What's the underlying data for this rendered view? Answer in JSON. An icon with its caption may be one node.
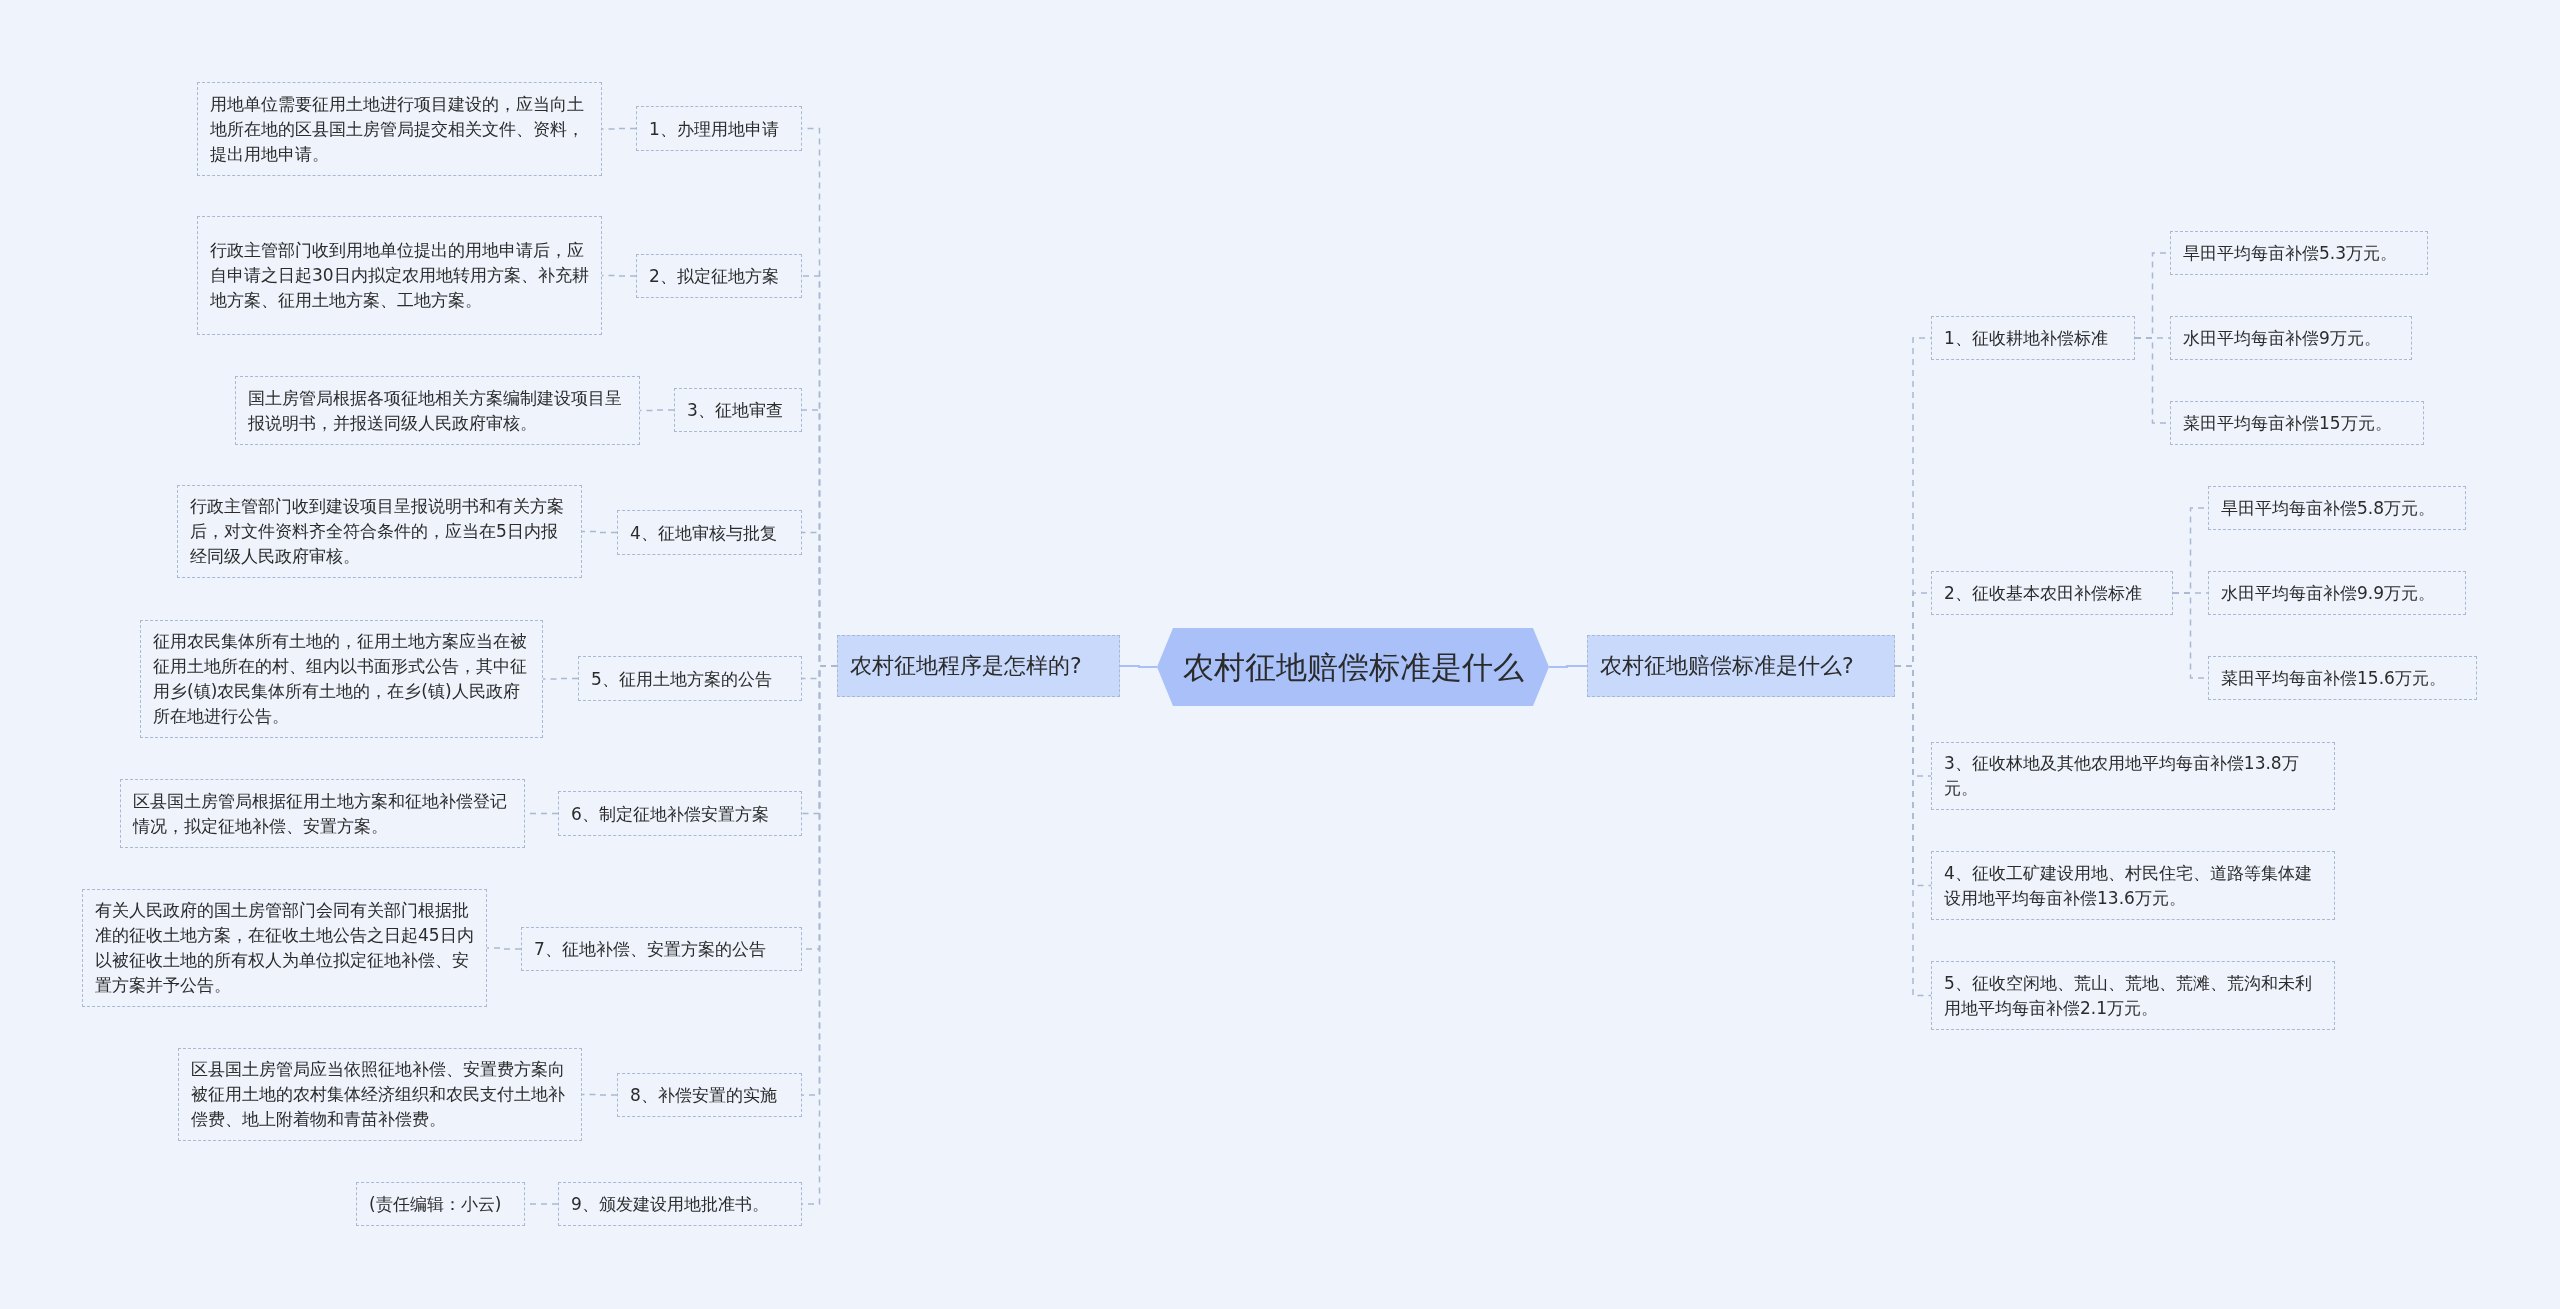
{
  "diagram": {
    "nodes": [
      {
        "text": [
          "农村征地赔偿标准是什么"
        ]
      },
      {
        "text": [
          "农村征地程序是怎样的?"
        ]
      },
      {
        "text": [
          "1、办理用地申请"
        ]
      },
      {
        "text": [
          "用地单位需要征用土地进行项目建设的，应当向土地所在地的区县国土房管局提交相关文件、资料，提出用地申请。"
        ]
      },
      {
        "text": [
          "2、拟定征地方案"
        ]
      },
      {
        "text": [
          "行政主管部门收到用地单位提出的用地申请后，应自申请之日起30日内拟定农用地转用方案、补充耕地方案、征用土地方案、工地方案。"
        ]
      },
      {
        "text": [
          "3、征地审查"
        ]
      },
      {
        "text": [
          "国土房管局根据各项征地相关方案编制建设项目呈报说明书，并报送同级人民政府审核。"
        ]
      },
      {
        "text": [
          "4、征地审核与批复"
        ]
      },
      {
        "text": [
          "行政主管部门收到建设项目呈报说明书和有关方案后，对文件资料齐全符合条件的，应当在5日内报经同级人民政府审核。"
        ]
      },
      {
        "text": [
          "5、征用土地方案的公告"
        ]
      },
      {
        "text": [
          "征用农民集体所有土地的，征用土地方案应当在被征用土地所在的村、组内以书面形式公告，其中征用乡(镇)农民集体所有土地的，在乡(镇)人民政府所在地进行公告。"
        ]
      },
      {
        "text": [
          "6、制定征地补偿安置方案"
        ]
      },
      {
        "text": [
          "区县国土房管局根据征用土地方案和征地补偿登记情况，拟定征地补偿、安置方案。"
        ]
      },
      {
        "text": [
          "7、征地补偿、安置方案的公告"
        ]
      },
      {
        "text": [
          "有关人民政府的国土房管部门会同有关部门根据批准的征收土地方案，在征收土地公告之日起45日内以被征收土地的所有权人为单位拟定征地补偿、安置方案并予公告。"
        ]
      },
      {
        "text": [
          "8、补偿安置的实施"
        ]
      },
      {
        "text": [
          "区县国土房管局应当依照征地补偿、安置费方案向被征用土地的农村集体经济组织和农民支付土地补偿费、地上附着物和青苗补偿费。"
        ]
      },
      {
        "text": [
          "9、颁发建设用地批准书。"
        ]
      },
      {
        "text": [
          "(责任编辑：小云)"
        ]
      },
      {
        "text": [
          "农村征地赔偿标准是什么?"
        ]
      },
      {
        "text": [
          "1、征收耕地补偿标准"
        ]
      },
      {
        "text": [
          "旱田平均每亩补偿5.3万元。"
        ]
      },
      {
        "text": [
          "水田平均每亩补偿9万元。"
        ]
      },
      {
        "text": [
          "菜田平均每亩补偿15万元。"
        ]
      },
      {
        "text": [
          "2、征收基本农田补偿标准"
        ]
      },
      {
        "text": [
          "旱田平均每亩补偿5.8万元。"
        ]
      },
      {
        "text": [
          "水田平均每亩补偿9.9万元。"
        ]
      },
      {
        "text": [
          "菜田平均每亩补偿15.6万元。"
        ]
      },
      {
        "text": [
          "3、征收林地及其他农用地平均每亩补偿13.8万元。"
        ]
      },
      {
        "text": [
          "4、征收工矿建设用地、村民住宅、道路等集体建设用地平均每亩补偿13.6万元。"
        ]
      },
      {
        "text": [
          "5、征收空闲地、荒山、荒地、荒滩、荒沟和未利用地平均每亩补偿2.1万元。"
        ]
      }
    ],
    "edges": [
      {
        "from": 0,
        "to": 1,
        "arrow": "none",
        "color": "#a8c0f5"
      },
      {
        "from": 0,
        "to": 20,
        "arrow": "none",
        "color": "#a8c0f5"
      },
      {
        "from": 1,
        "to": 2,
        "arrow": "none",
        "style": "dashed"
      },
      {
        "from": 1,
        "to": 4,
        "arrow": "none",
        "style": "dashed"
      },
      {
        "from": 1,
        "to": 6,
        "arrow": "none",
        "style": "dashed"
      },
      {
        "from": 1,
        "to": 8,
        "arrow": "none",
        "style": "dashed"
      },
      {
        "from": 1,
        "to": 10,
        "arrow": "none",
        "style": "dashed"
      },
      {
        "from": 1,
        "to": 12,
        "arrow": "none",
        "style": "dashed"
      },
      {
        "from": 1,
        "to": 14,
        "arrow": "none",
        "style": "dashed"
      },
      {
        "from": 1,
        "to": 16,
        "arrow": "none",
        "style": "dashed"
      },
      {
        "from": 1,
        "to": 18,
        "arrow": "none",
        "style": "dashed"
      },
      {
        "from": 2,
        "to": 3,
        "arrow": "none",
        "style": "dashed"
      },
      {
        "from": 4,
        "to": 5,
        "arrow": "none",
        "style": "dashed"
      },
      {
        "from": 6,
        "to": 7,
        "arrow": "none",
        "style": "dashed"
      },
      {
        "from": 8,
        "to": 9,
        "arrow": "none",
        "style": "dashed"
      },
      {
        "from": 10,
        "to": 11,
        "arrow": "none",
        "style": "dashed"
      },
      {
        "from": 12,
        "to": 13,
        "arrow": "none",
        "style": "dashed"
      },
      {
        "from": 14,
        "to": 15,
        "arrow": "none",
        "style": "dashed"
      },
      {
        "from": 16,
        "to": 17,
        "arrow": "none",
        "style": "dashed"
      },
      {
        "from": 18,
        "to": 19,
        "arrow": "none",
        "style": "dashed"
      },
      {
        "from": 20,
        "to": 21,
        "arrow": "none",
        "style": "dashed"
      },
      {
        "from": 20,
        "to": 25,
        "arrow": "none",
        "style": "dashed"
      },
      {
        "from": 20,
        "to": 29,
        "arrow": "none",
        "style": "dashed"
      },
      {
        "from": 20,
        "to": 30,
        "arrow": "none",
        "style": "dashed"
      },
      {
        "from": 20,
        "to": 31,
        "arrow": "none",
        "style": "dashed"
      },
      {
        "from": 21,
        "to": 22,
        "arrow": "none",
        "style": "dashed"
      },
      {
        "from": 21,
        "to": 23,
        "arrow": "none",
        "style": "dashed"
      },
      {
        "from": 21,
        "to": 24,
        "arrow": "none",
        "style": "dashed"
      },
      {
        "from": 25,
        "to": 26,
        "arrow": "none",
        "style": "dashed"
      },
      {
        "from": 25,
        "to": 27,
        "arrow": "none",
        "style": "dashed"
      },
      {
        "from": 25,
        "to": 28,
        "arrow": "none",
        "style": "dashed"
      }
    ]
  }
}
